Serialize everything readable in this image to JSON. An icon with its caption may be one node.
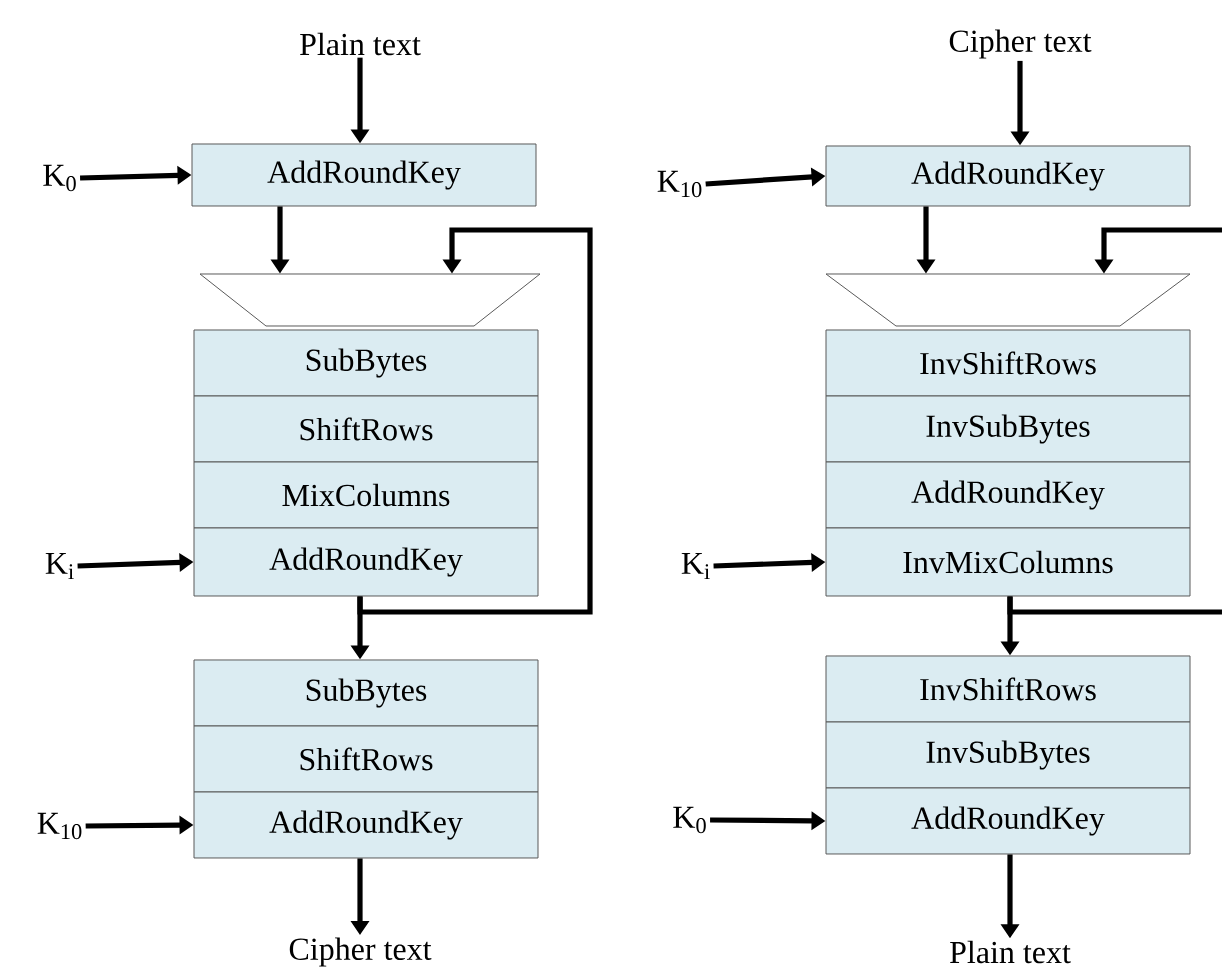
{
  "diagram": {
    "nodes": [
      {
        "text": [
          "Plain text"
        ]
      },
      {
        "text": [
          "K$_{0}$"
        ]
      },
      {
        "text": [
          "AddRoundKey"
        ]
      },
      {
        "text": [],
        "shape": "trapezoid"
      },
      {
        "text": [
          "SubBytes"
        ]
      },
      {
        "text": [
          "ShiftRows"
        ]
      },
      {
        "text": [
          "MixColumns"
        ]
      },
      {
        "text": [
          "AddRoundKey"
        ]
      },
      {
        "text": [
          "K$_{i}$"
        ]
      },
      {
        "text": [
          "SubBytes"
        ]
      },
      {
        "text": [
          "ShiftRows"
        ]
      },
      {
        "text": [
          "AddRoundKey"
        ]
      },
      {
        "text": [
          "K$_{10}$"
        ]
      },
      {
        "text": [
          "Cipher text"
        ]
      },
      {
        "text": [
          "Cipher text"
        ]
      },
      {
        "text": [
          "K$_{10}$"
        ]
      },
      {
        "text": [
          "AddRoundKey"
        ]
      },
      {
        "text": [],
        "shape": "trapezoid"
      },
      {
        "text": [
          "InvShiftRows"
        ]
      },
      {
        "text": [
          "InvSubBytes"
        ]
      },
      {
        "text": [
          "AddRoundKey"
        ]
      },
      {
        "text": [
          "InvMixColumns"
        ]
      },
      {
        "text": [
          "K$_{i}$"
        ]
      },
      {
        "text": [
          "InvShiftRows"
        ]
      },
      {
        "text": [
          "InvSubBytes"
        ]
      },
      {
        "text": [
          "AddRoundKey"
        ]
      },
      {
        "text": [
          "K$_{0}$"
        ]
      },
      {
        "text": [
          "Plain text"
        ]
      }
    ],
    "edges": [
      {
        "from": 0,
        "to": 2,
        "arrow": "to"
      },
      {
        "from": 1,
        "to": 2,
        "arrow": "to"
      },
      {
        "from": 2,
        "to": 3,
        "arrow": "to"
      },
      {
        "from": 7,
        "to": 3,
        "arrow": "to"
      },
      {
        "from": 8,
        "to": 7,
        "arrow": "to"
      },
      {
        "from": 7,
        "to": 9,
        "arrow": "to"
      },
      {
        "from": 12,
        "to": 11,
        "arrow": "to"
      },
      {
        "from": 11,
        "to": 13,
        "arrow": "to"
      },
      {
        "from": 14,
        "to": 16,
        "arrow": "to"
      },
      {
        "from": 15,
        "to": 16,
        "arrow": "to"
      },
      {
        "from": 16,
        "to": 17,
        "arrow": "to"
      },
      {
        "from": 21,
        "to": 17,
        "arrow": "to"
      },
      {
        "from": 22,
        "to": 21,
        "arrow": "to"
      },
      {
        "from": 21,
        "to": 23,
        "arrow": "to"
      },
      {
        "from": 26,
        "to": 25,
        "arrow": "to"
      },
      {
        "from": 25,
        "to": 27,
        "arrow": "to"
      }
    ]
  }
}
